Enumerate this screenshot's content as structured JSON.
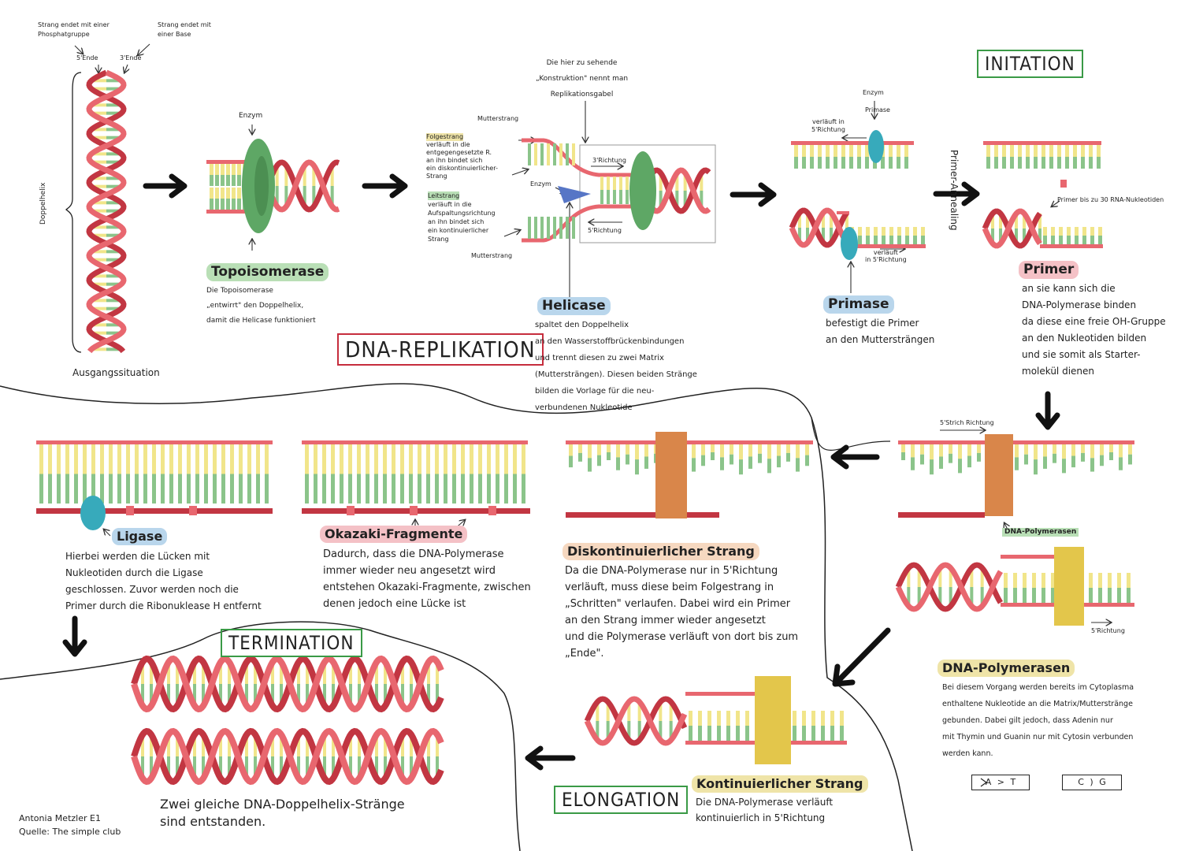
{
  "title": "DNA-REPLIKATION",
  "sections": {
    "initiation": "INITATION",
    "elongation": "ELONGATION",
    "termination": "TERMINATION"
  },
  "start": {
    "strand_phosphate": "Strang endet mit einer Phosphatgruppe",
    "strand_base": "Strang endet mit einer Base",
    "five_end": "5'Ende",
    "three_end": "3'Ende",
    "doppelhelix": "Doppelhelix",
    "ausgang": "Ausgangssituation"
  },
  "topo": {
    "enzym": "Enzym",
    "label": "Topoisomerase",
    "desc": [
      "Die Topoisomerase",
      "„entwirrt\" den Doppelhelix,",
      "damit die Helicase funktioniert"
    ]
  },
  "fork": {
    "caption": [
      "Die hier zu sehende",
      "„Konstruktion\" nennt man",
      "Replikationsgabel"
    ],
    "mutterstrang_top": "Mutterstrang",
    "mutterstrang_bottom": "Mutterstrang",
    "folgestrang": "Folgestrang",
    "folgestrang_desc": [
      "verläuft in die",
      "entgegengesetzte R.",
      "an ihn bindet sich",
      "ein diskontinuierlicher-",
      "Strang"
    ],
    "leitstrang": "Leitstrang",
    "leitstrang_desc": [
      "verläuft in die",
      "Aufspaltungsrichtung",
      "an ihn bindet sich",
      "ein kontinuierlicher",
      "Strang"
    ],
    "enzym": "Enzym",
    "dir3": "3'Richtung",
    "dir5": "5'Richtung"
  },
  "helicase": {
    "label": "Helicase",
    "desc": [
      "spaltet den Doppelhelix",
      "an den Wasserstoffbrückenbindungen",
      "und trennt diesen zu zwei Matrix",
      "(Muttersträngen). Diesen beiden Stränge",
      "bilden die Vorlage für die neu-",
      "verbundenen Nukleotide"
    ]
  },
  "primase": {
    "enzym": "Enzym",
    "primase_small": "Primase",
    "verlaeuft5": [
      "verläuft in",
      "5'Richtung"
    ],
    "verlaeuft_bottom": [
      "verläuft",
      "in 5'Richtung"
    ],
    "label": "Primase",
    "desc": [
      "befestigt die Primer",
      "an den Muttersträngen"
    ],
    "annealing": "Primer-Annealing"
  },
  "primer": {
    "note": "Primer bis zu 30 RNA-Nukleotiden",
    "label": "Primer",
    "desc": [
      "an sie kann sich die",
      "DNA-Polymerase binden",
      "da diese eine freie OH-Gruppe",
      "an den Nukleotiden bilden",
      "und sie somit als Starter-",
      "molekül dienen"
    ]
  },
  "polymerase": {
    "strich": "5'Strich Richtung",
    "label_small": "DNA-Polymerasen",
    "dir5": "5'Richtung",
    "label": "DNA-Polymerasen",
    "desc": [
      "Bei diesem Vorgang werden bereits im Cytoplasma",
      "enthaltene Nukleotide an die Matrix/Mutterstränge",
      "gebunden. Dabei gilt jedoch, dass Adenin nur",
      "mit Thymin und Guanin nur mit Cytosin verbunden",
      "werden kann."
    ],
    "pair1": [
      "A",
      "T"
    ],
    "pair2": [
      "C",
      "G"
    ]
  },
  "diskont": {
    "label": "Diskontinuierlicher Strang",
    "desc": [
      "Da die DNA-Polymerase nur in 5'Richtung",
      "verläuft, muss diese beim Folgestrang in",
      "„Schritten\" verlaufen. Dabei wird ein Primer",
      "an den Strang immer wieder angesetzt",
      "und die Polymerase verläuft von dort bis zum",
      "„Ende\"."
    ]
  },
  "okazaki": {
    "label": "Okazaki-Fragmente",
    "desc": [
      "Dadurch, dass die DNA-Polymerase",
      "immer wieder neu angesetzt wird",
      "entstehen Okazaki-Fragmente, zwischen",
      "denen jedoch eine Lücke ist"
    ]
  },
  "ligase": {
    "label": "Ligase",
    "desc": [
      "Hierbei werden die Lücken mit",
      "Nukleotiden durch die Ligase",
      "geschlossen. Zuvor werden noch die",
      "Primer durch die Ribonuklease H entfernt"
    ]
  },
  "kont": {
    "label": "Kontinuierlicher Strang",
    "desc": [
      "Die DNA-Polymerase verläuft",
      "kontinuierlich in 5'Richtung"
    ]
  },
  "termination": {
    "desc": [
      "Zwei gleiche DNA-Doppelhelix-Stränge",
      "sind entstanden."
    ]
  },
  "credit": [
    "Antonia Metzler E1",
    "Quelle: The simple club"
  ],
  "colors": {
    "red": "#e8676f",
    "darkred": "#c23642",
    "yellow": "#f1e58a",
    "green": "#8bc48a",
    "topo": "#5ea765",
    "cyan": "#37aabb",
    "navy": "#2d4a8c",
    "orange": "#d9864a",
    "gold": "#e3c64b"
  }
}
